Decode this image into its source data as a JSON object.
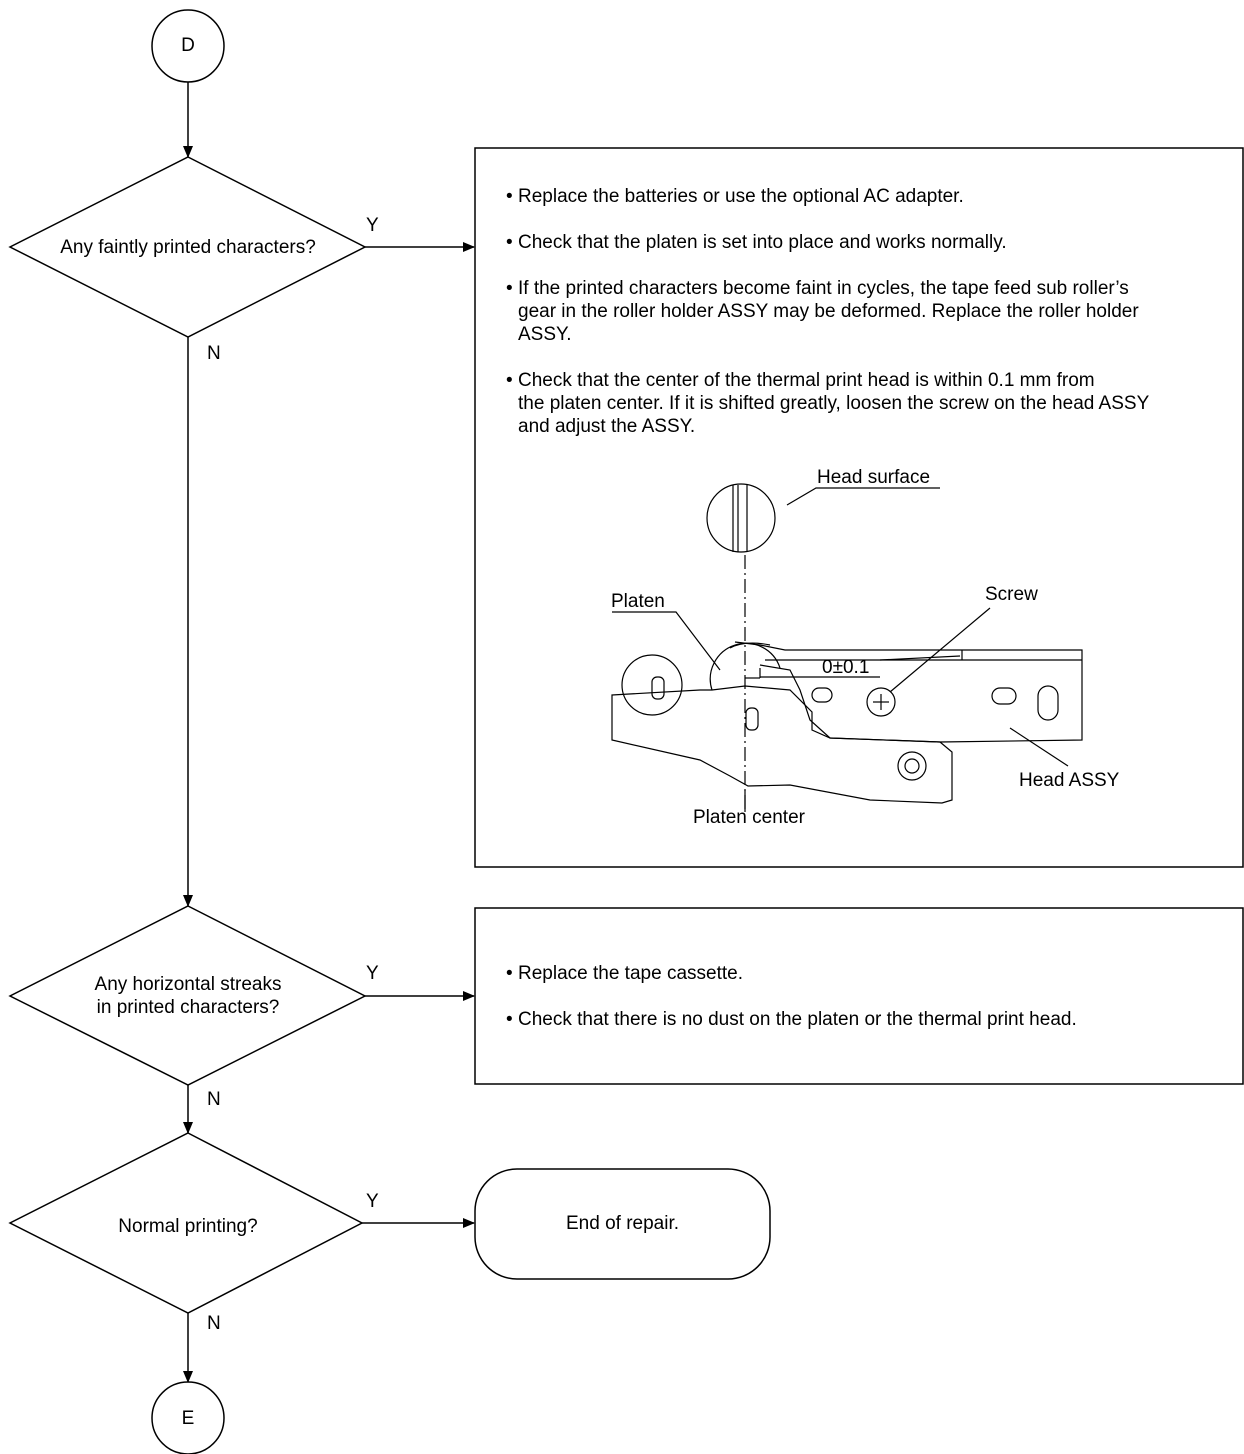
{
  "connectors": {
    "start": "D",
    "end": "E"
  },
  "decisions": [
    {
      "text": "Any faintly printed characters?",
      "yes": "Y",
      "no": "N"
    },
    {
      "line1": "Any horizontal streaks",
      "line2": "in printed characters?",
      "yes": "Y",
      "no": "N"
    },
    {
      "text": "Normal printing?",
      "yes": "Y",
      "no": "N"
    }
  ],
  "box1": {
    "items": [
      "Replace the batteries or use the optional AC adapter.",
      "Check that the platen is set into place and works normally.",
      "If the printed characters become faint in cycles, the tape feed sub roller’s\ngear in the roller holder ASSY may be deformed.  Replace the roller holder\nASSY.",
      "Check that the center of the thermal print head is within 0.1 mm from\nthe platen center.  If it is shifted greatly, loosen the screw on the head ASSY\nand adjust the ASSY."
    ],
    "figure": {
      "head_surface": "Head surface",
      "platen": "Platen",
      "screw": "Screw",
      "tolerance": "0±0.1",
      "head_assy": "Head ASSY",
      "platen_center": "Platen center"
    }
  },
  "box2": {
    "items": [
      "Replace the tape cassette.",
      "Check that there is no dust on the platen or the thermal print head."
    ]
  },
  "terminal": {
    "text": "End of repair."
  }
}
